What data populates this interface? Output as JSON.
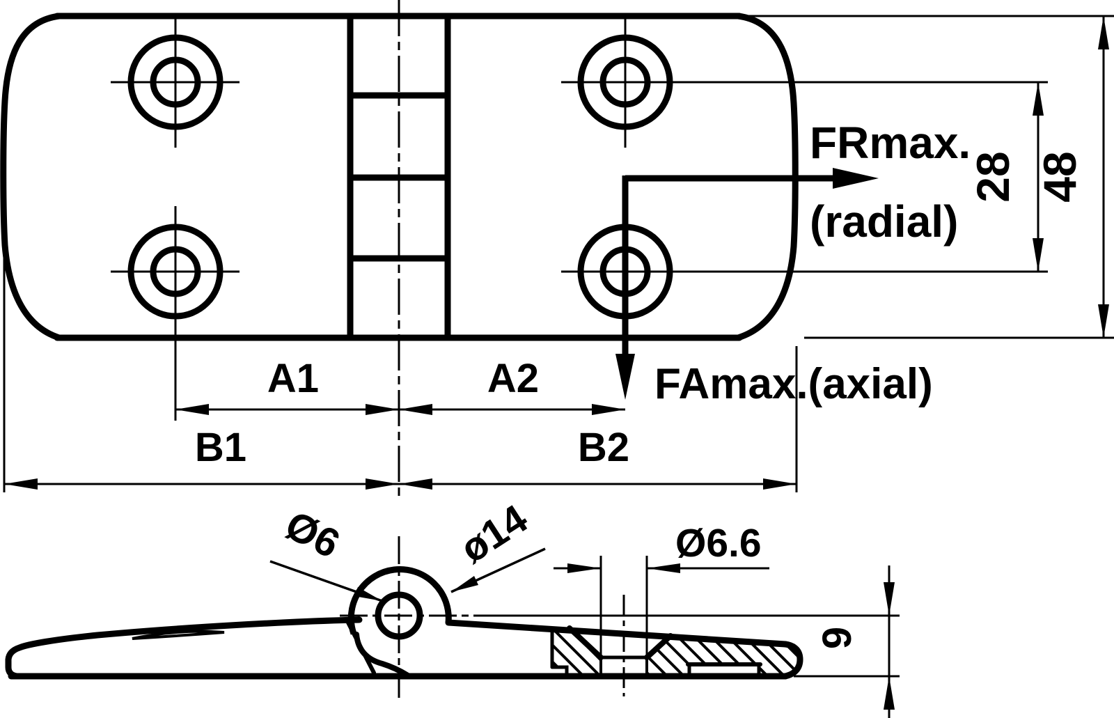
{
  "drawing": {
    "kind": "technical-drawing-hinge",
    "colors": {
      "line": "#000000",
      "background": "#ffffff"
    },
    "top_view": {
      "dims": {
        "a1": "A1",
        "a2": "A2",
        "b1": "B1",
        "b2": "B2",
        "hole_spacing": "28",
        "overall_height": "48"
      },
      "forces": {
        "radial_label": "FRmax.",
        "radial_note": "(radial)",
        "axial_label": "FAmax.(axial)"
      }
    },
    "side_view": {
      "dims": {
        "pin_hole_diameter": "Ø6",
        "knuckle_diameter": "ø14",
        "mount_hole_diameter": "Ø6.6",
        "leaf_thickness": "9"
      }
    }
  }
}
